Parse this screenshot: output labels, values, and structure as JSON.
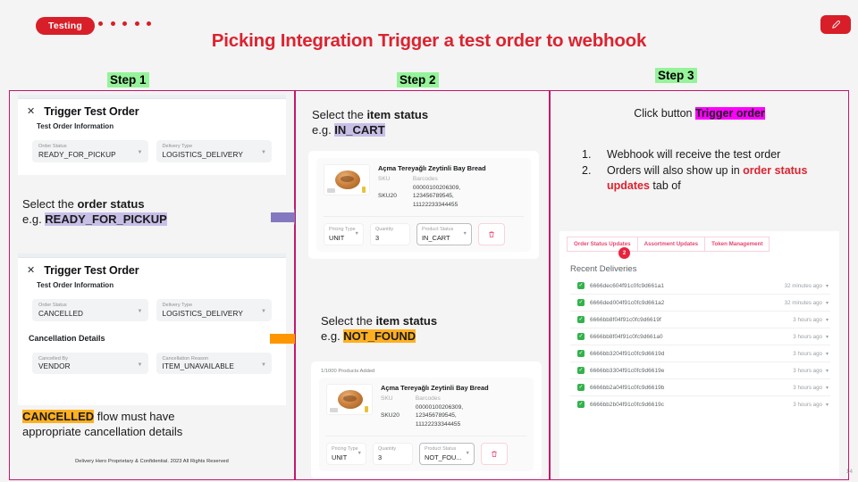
{
  "header": {
    "badge": "Testing",
    "dots_count": 5,
    "title": "Picking Integration Trigger a test order to webhook",
    "pen_icon": "pen-icon"
  },
  "steps": {
    "step1_label": "Step 1",
    "step2_label": "Step 2",
    "step3_label": "Step 3"
  },
  "panel1": {
    "card_a": {
      "close_icon": "close-icon",
      "title": "Trigger Test Order",
      "subtitle": "Test Order Information",
      "fields": [
        {
          "label": "Order Status",
          "value": "READY_FOR_PICKUP"
        },
        {
          "label": "Delivery Type",
          "value": "LOGISTICS_DELIVERY"
        }
      ]
    },
    "callout_a": {
      "line1_plain": "Select the ",
      "line1_bold": "order status",
      "line2_plain": "e.g. ",
      "line2_hl": "READY_FOR_PICKUP"
    },
    "card_b": {
      "close_icon": "close-icon",
      "title": "Trigger Test Order",
      "subtitle": "Test Order Information",
      "fields": [
        {
          "label": "Order Status",
          "value": "CANCELLED"
        },
        {
          "label": "Delivery Type",
          "value": "LOGISTICS_DELIVERY"
        }
      ],
      "section_title": "Cancellation Details",
      "fields2": [
        {
          "label": "Cancelled By",
          "value": "VENDOR"
        },
        {
          "label": "Cancellation Reason",
          "value": "ITEM_UNAVAILABLE"
        }
      ]
    },
    "callout_b": {
      "hl": "CANCELLED",
      "rest1": " flow must have",
      "line2": "appropriate cancellation details"
    },
    "footer": "Delivery Hero Proprietary & Confidential. 2023 All Rights Reserved"
  },
  "panel2": {
    "callout_a": {
      "line1_plain": "Select the ",
      "line1_bold": "item status",
      "line2_plain": "e.g. ",
      "line2_hl": "IN_CART"
    },
    "product_a": {
      "name": "Açma Tereyağlı Zeytinli Bay Bread",
      "sku_label": "SKU",
      "sku_value": "SKU20",
      "barcodes_label": "Barcodes",
      "barcodes": [
        "00000100206309,",
        "123456789545,",
        "11122233344455"
      ],
      "pricing_label": "Pricing Type",
      "pricing_value": "UNIT",
      "qty_label": "Quantity",
      "qty_value": "3",
      "status_label": "Product Status",
      "status_value": "IN_CART",
      "delete_icon": "trash-icon"
    },
    "callout_b": {
      "line1_plain": "Select the ",
      "line1_bold": "item status",
      "line2_plain": "e.g. ",
      "line2_hl": "NOT_FOUND"
    },
    "product_b": {
      "added": "1/1000 Products Added",
      "name": "Açma Tereyağlı Zeytinli Bay Bread",
      "sku_label": "SKU",
      "sku_value": "SKU20",
      "barcodes_label": "Barcodes",
      "barcodes": [
        "00000100206309,",
        "123456789545,",
        "11122233344455"
      ],
      "pricing_label": "Pricing Type",
      "pricing_value": "UNIT",
      "qty_label": "Quantity",
      "qty_value": "3",
      "status_label": "Product Status",
      "status_value": "NOT_FOU...",
      "delete_icon": "trash-icon"
    }
  },
  "panel3": {
    "head_plain": "Click button ",
    "head_hl": "Trigger order",
    "items": [
      {
        "num": "1.",
        "text": "Webhook will receive the test order",
        "accent": "",
        "tail": ""
      },
      {
        "num": "2.",
        "text": "Orders will also show up in ",
        "accent": "order status updates",
        "tail": " tab of"
      }
    ],
    "webcard": {
      "tabs": [
        "Order Status Updates",
        "Assortment Updates",
        "Token Management"
      ],
      "badge": "2",
      "list_title": "Recent Deliveries",
      "deliveries": [
        {
          "id": "6666dec604f91c0fc9d661a1",
          "time": "32 minutes ago"
        },
        {
          "id": "6666ded004f91c0fc9d661a2",
          "time": "32 minutes ago"
        },
        {
          "id": "6666bb8f04f91c0fc9d6619f",
          "time": "3 hours ago"
        },
        {
          "id": "6666bb8f04f91c0fc9d661a0",
          "time": "3 hours ago"
        },
        {
          "id": "6666bb3204f91c0fc9d6619d",
          "time": "3 hours ago"
        },
        {
          "id": "6666bb3304f91c0fc9d6619e",
          "time": "3 hours ago"
        },
        {
          "id": "6666bb2a04f91c0fc9d6619b",
          "time": "3 hours ago"
        },
        {
          "id": "6666bb2b04f91c0fc9d6619c",
          "time": "3 hours ago"
        }
      ]
    },
    "page_number": "14"
  },
  "colors": {
    "brand_red": "#dc2330",
    "panel_border": "#c4186b",
    "highlight_purple": "#c8bfe7",
    "highlight_orange": "#ffb020",
    "highlight_magenta": "#ff00ff",
    "highlight_green": "#95f39a",
    "arrow_purple": "#8479c0",
    "arrow_orange": "#ff9500"
  }
}
